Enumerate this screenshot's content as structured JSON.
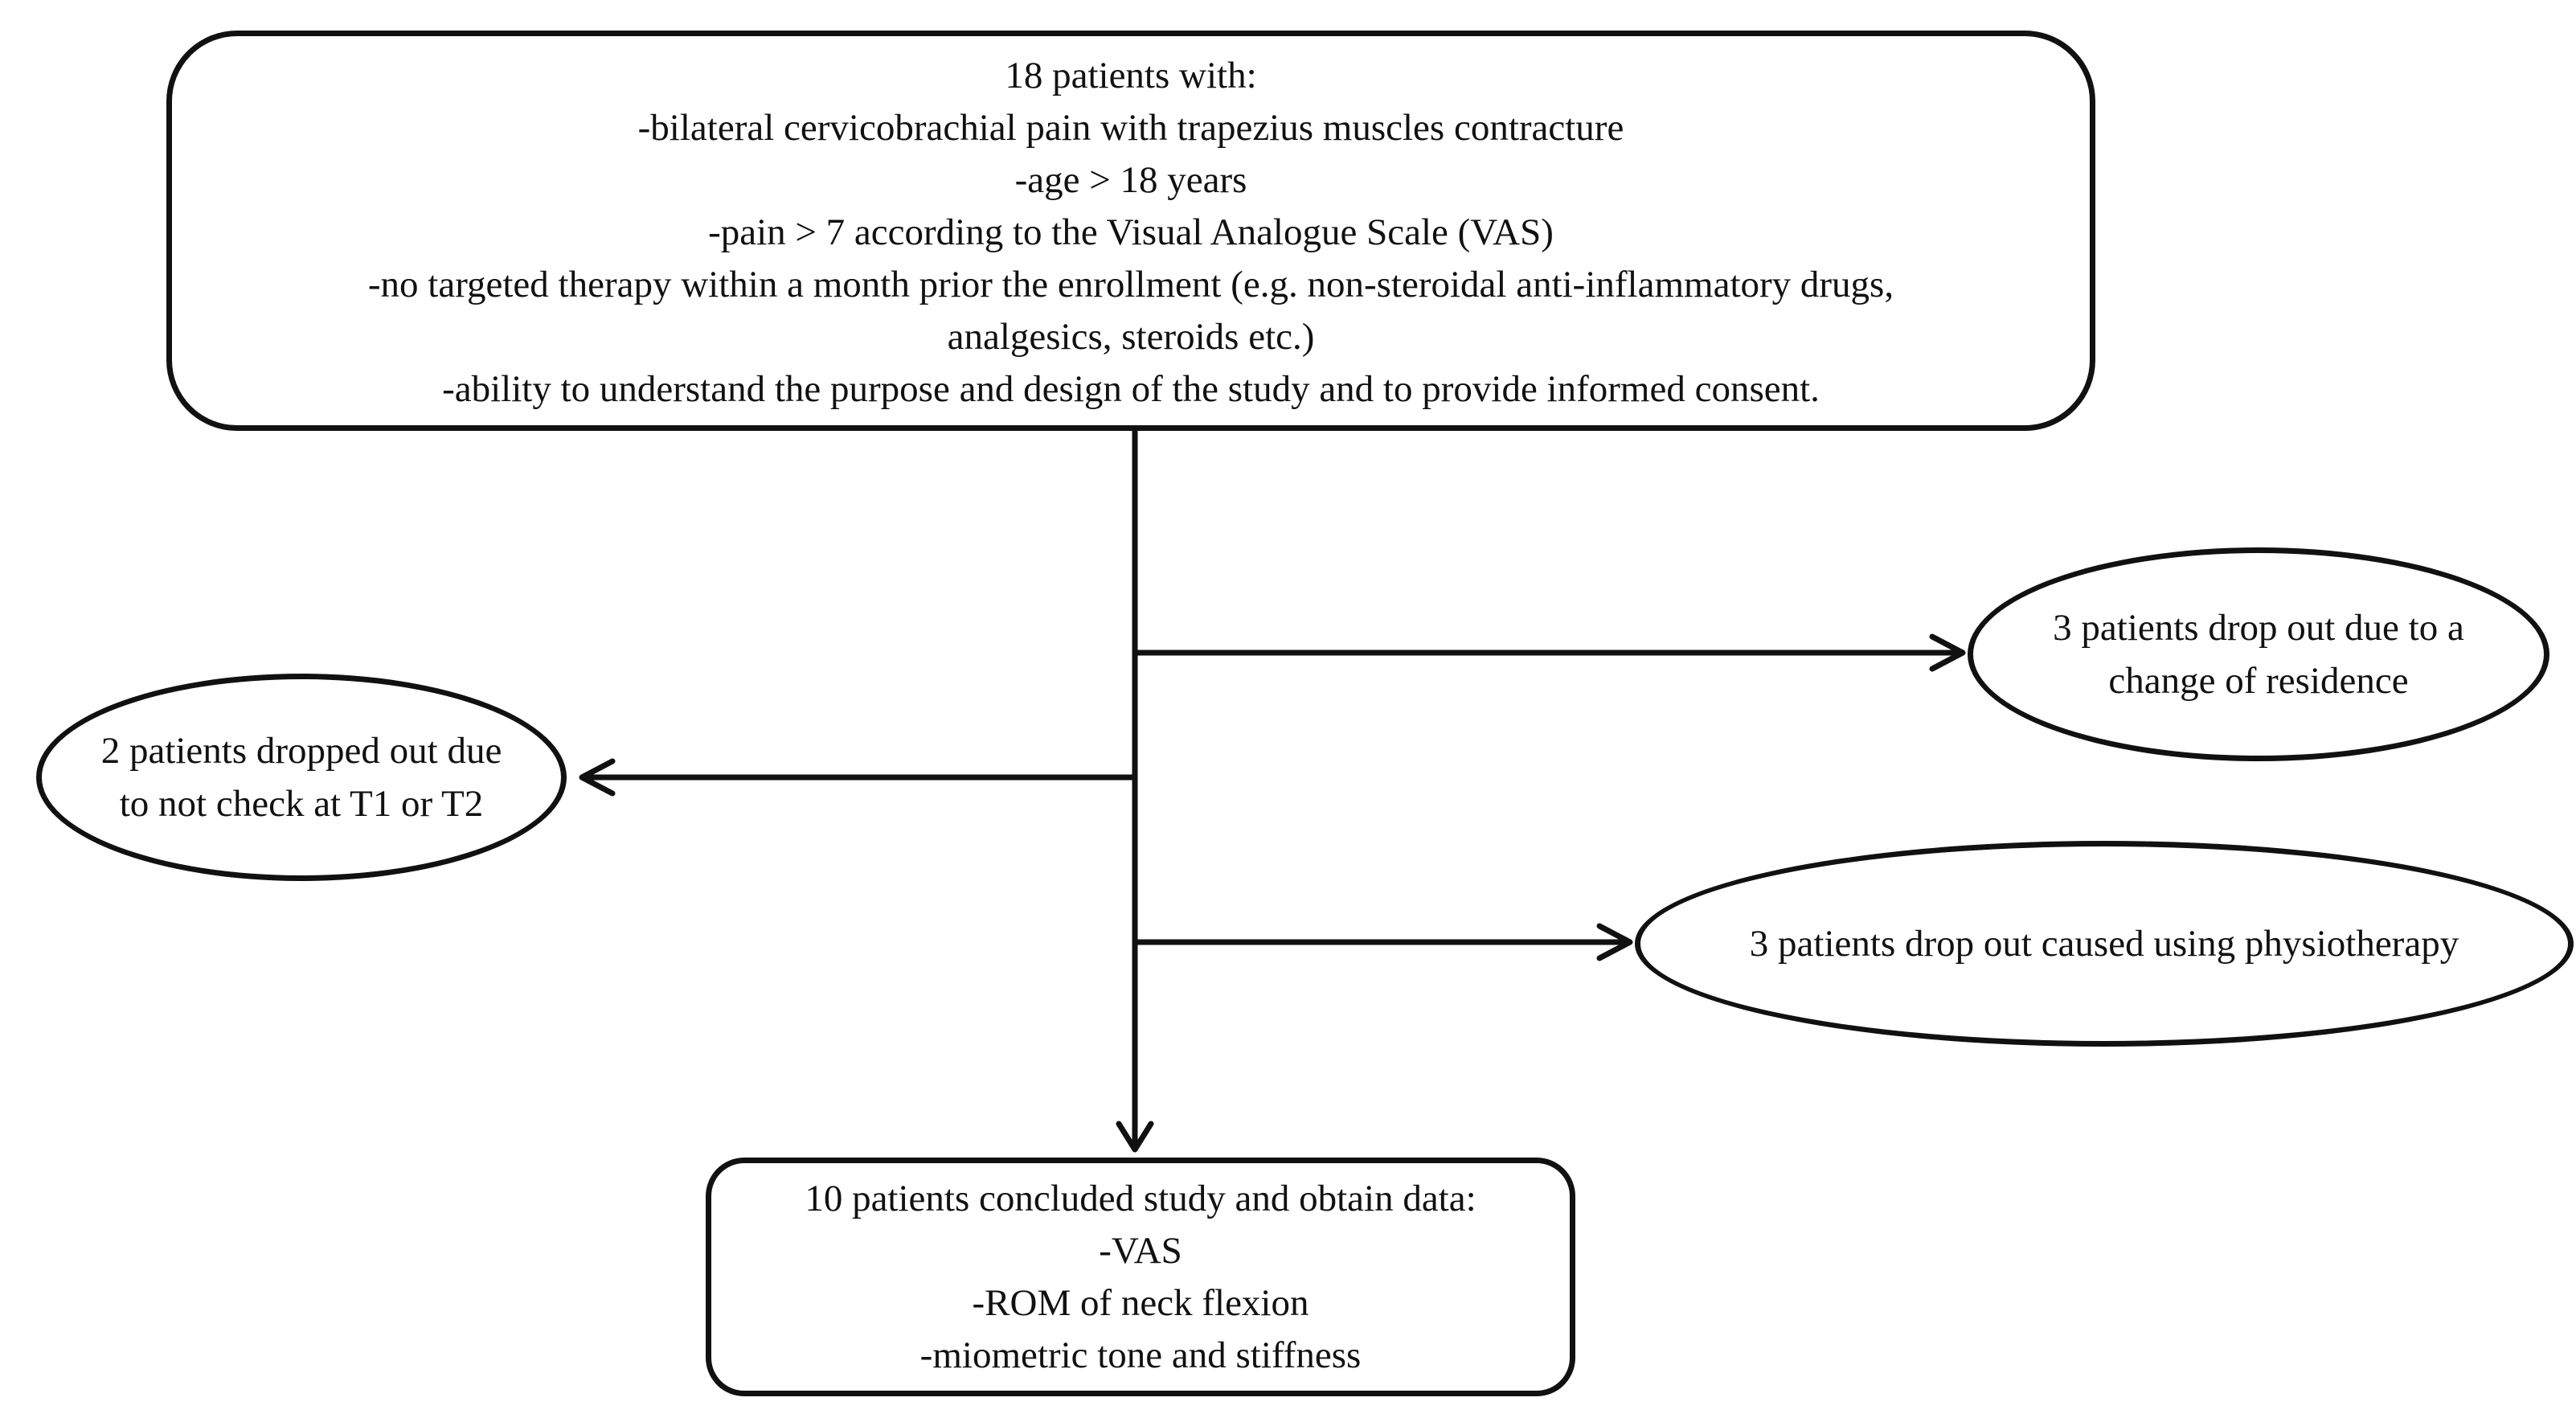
{
  "enrollment": {
    "lines": [
      "18 patients with:",
      "-bilateral cervicobrachial  pain with trapezius muscles  contracture",
      "-age > 18 years",
      "-pain > 7 according to the Visual Analogue Scale (VAS)",
      "-no targeted therapy within a month prior the enrollment  (e.g. non-steroidal  anti-inflammatory  drugs,",
      "analgesics, steroids etc.)",
      "-ability to understand the purpose and design of the study and to provide informed consent."
    ]
  },
  "dropouts": {
    "residence": {
      "lines": [
        "3 patients drop out due to a",
        "change of residence"
      ]
    },
    "no_check": {
      "lines": [
        "2 patients dropped out due",
        "to not check at T1  or T2"
      ]
    },
    "physiotherapy": {
      "lines": [
        "3 patients drop out caused using physiotherapy"
      ]
    }
  },
  "concluded": {
    "lines": [
      "10 patients concluded study and obtain data:",
      "-VAS",
      "-ROM of neck flexion",
      "-miometric tone and stiffness"
    ]
  },
  "colors": {
    "stroke": "#111111",
    "background": "#ffffff"
  }
}
